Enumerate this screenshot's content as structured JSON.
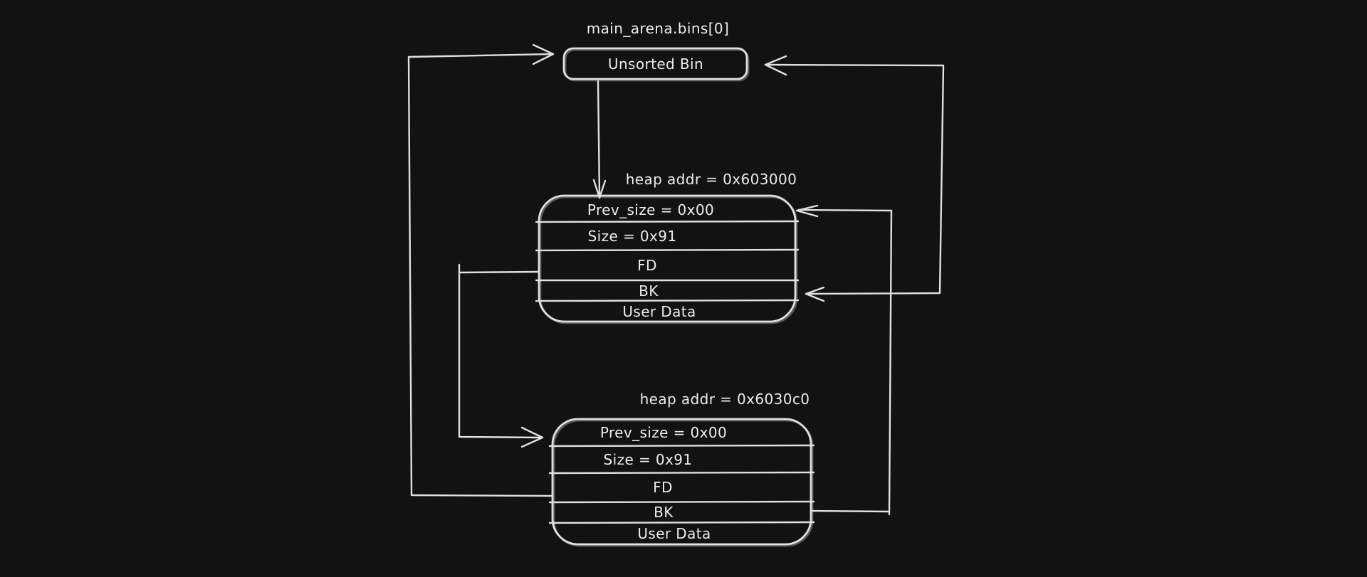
{
  "colors": {
    "background": "#121212",
    "stroke": "#e0e0e0",
    "text": "#ececec"
  },
  "title": "main_arena.bins[0]",
  "bin": {
    "label": "Unsorted Bin"
  },
  "chunks": [
    {
      "heap_addr": "heap addr = 0x603000",
      "rows": {
        "prev_size": "Prev_size = 0x00",
        "size": "Size = 0x91",
        "fd": "FD",
        "bk": "BK",
        "user_data": "User Data"
      }
    },
    {
      "heap_addr": "heap addr = 0x6030c0",
      "rows": {
        "prev_size": "Prev_size = 0x00",
        "size": "Size = 0x91",
        "fd": "FD",
        "bk": "BK",
        "user_data": "User Data"
      }
    }
  ]
}
